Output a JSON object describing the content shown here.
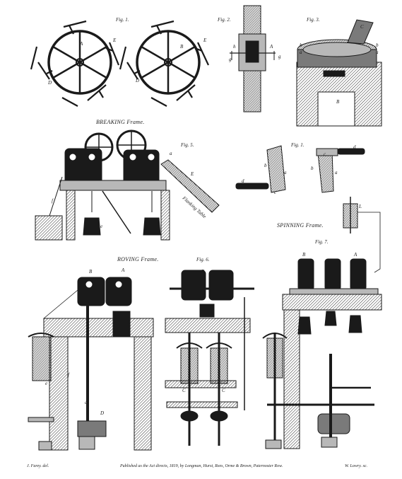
{
  "figures": {
    "fig1_top": "Fig. 1.",
    "fig2": "Fig. 2.",
    "fig3": "Fig. 3.",
    "fig5": "Fig. 5.",
    "fig1_mid": "Fig. 1.",
    "fig6": "Fig. 6.",
    "fig7": "Fig. 7."
  },
  "titles": {
    "breaking": "BREAKING Frame.",
    "spinning": "SPINNING Frame.",
    "roving": "ROVING Frame."
  },
  "labels": {
    "flanking_table": "Flanking Table",
    "A": "A",
    "B": "B",
    "C": "C",
    "D": "D",
    "E": "E",
    "L": "L",
    "a": "a",
    "b": "b",
    "c": "c",
    "d": "d",
    "e": "e",
    "f": "f",
    "g": "g",
    "h": "h"
  },
  "footer": {
    "draughtsman": "J. Farey. del.",
    "imprint": "Published as the Act directs, 1819, by Longman, Hurst, Rees, Orme & Brown, Paternoster Row.",
    "engraver": "W. Lowry. sc."
  }
}
